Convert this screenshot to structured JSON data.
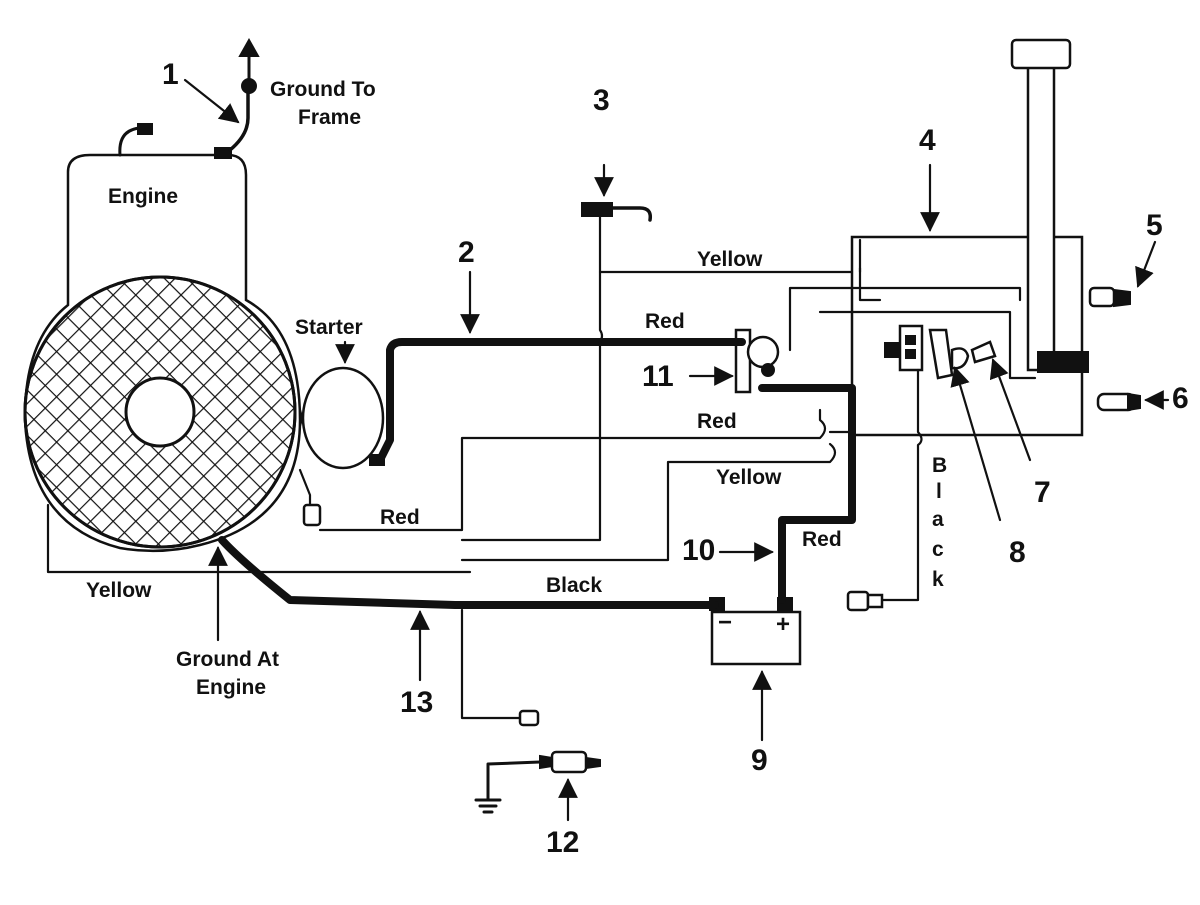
{
  "labels": {
    "engine": "Engine",
    "ground_to_frame_1": "Ground To",
    "ground_to_frame_2": "Frame",
    "starter": "Starter",
    "ground_at_engine_1": "Ground At",
    "ground_at_engine_2": "Engine",
    "black_vertical": [
      "B",
      "l",
      "a",
      "c",
      "k"
    ]
  },
  "wires": {
    "yellow_top": "Yellow",
    "red_top": "Red",
    "red_middle": "Red",
    "yellow_middle": "Yellow",
    "red_engine": "Red",
    "red_cable": "Red",
    "black_cable": "Black",
    "yellow_left": "Yellow"
  },
  "callouts": {
    "n1": "1",
    "n2": "2",
    "n3": "3",
    "n4": "4",
    "n5": "5",
    "n6": "6",
    "n7": "7",
    "n8": "8",
    "n9": "9",
    "n10": "10",
    "n11": "11",
    "n12": "12",
    "n13": "13"
  },
  "battery": {
    "minus": "−",
    "plus": "+"
  }
}
